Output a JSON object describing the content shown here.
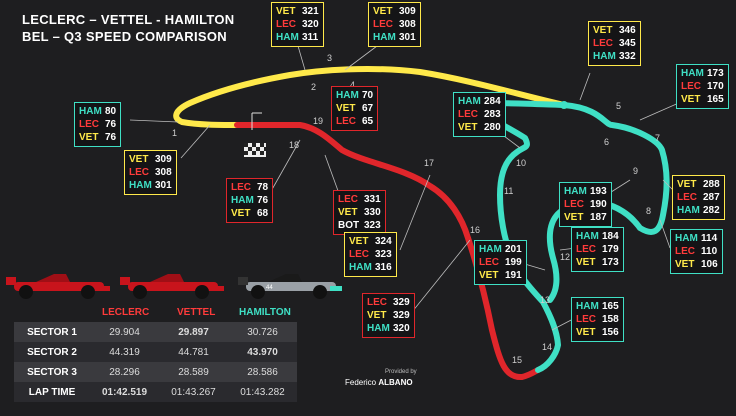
{
  "title": {
    "line1": "LECLERC – VETTEL - HAMILTON",
    "line2": "BEL – Q3 SPEED COMPARISON"
  },
  "colors": {
    "HAM": "#3fe0c5",
    "LEC": "#ff3b3b",
    "VET": "#ffe94a",
    "BOT": "#ffffff"
  },
  "speed_boxes": [
    {
      "id": "t1",
      "rows": [
        {
          "d": "HAM",
          "v": "80"
        },
        {
          "d": "LEC",
          "v": "76"
        },
        {
          "d": "VET",
          "v": "76"
        }
      ]
    },
    {
      "id": "t2",
      "rows": [
        {
          "d": "VET",
          "v": "321"
        },
        {
          "d": "LEC",
          "v": "320"
        },
        {
          "d": "HAM",
          "v": "311"
        }
      ]
    },
    {
      "id": "t3",
      "rows": [
        {
          "d": "VET",
          "v": "309"
        },
        {
          "d": "LEC",
          "v": "308"
        },
        {
          "d": "HAM",
          "v": "301"
        }
      ]
    },
    {
      "id": "t5",
      "rows": [
        {
          "d": "VET",
          "v": "346"
        },
        {
          "d": "LEC",
          "v": "345"
        },
        {
          "d": "HAM",
          "v": "332"
        }
      ]
    },
    {
      "id": "t7",
      "rows": [
        {
          "d": "HAM",
          "v": "173"
        },
        {
          "d": "LEC",
          "v": "170"
        },
        {
          "d": "VET",
          "v": "165"
        }
      ]
    },
    {
      "id": "t4",
      "rows": [
        {
          "d": "HAM",
          "v": "70"
        },
        {
          "d": "VET",
          "v": "67"
        },
        {
          "d": "LEC",
          "v": "65"
        }
      ]
    },
    {
      "id": "t6",
      "rows": [
        {
          "d": "HAM",
          "v": "284"
        },
        {
          "d": "LEC",
          "v": "283"
        },
        {
          "d": "VET",
          "v": "280"
        }
      ]
    },
    {
      "id": "start",
      "rows": [
        {
          "d": "VET",
          "v": "309"
        },
        {
          "d": "LEC",
          "v": "308"
        },
        {
          "d": "HAM",
          "v": "301"
        }
      ]
    },
    {
      "id": "t18",
      "rows": [
        {
          "d": "LEC",
          "v": "78"
        },
        {
          "d": "HAM",
          "v": "76"
        },
        {
          "d": "VET",
          "v": "68"
        }
      ]
    },
    {
      "id": "t9",
      "rows": [
        {
          "d": "HAM",
          "v": "193"
        },
        {
          "d": "LEC",
          "v": "190"
        },
        {
          "d": "VET",
          "v": "187"
        }
      ]
    },
    {
      "id": "t8b",
      "rows": [
        {
          "d": "VET",
          "v": "288"
        },
        {
          "d": "LEC",
          "v": "287"
        },
        {
          "d": "HAM",
          "v": "282"
        }
      ]
    },
    {
      "id": "t17",
      "rows": [
        {
          "d": "LEC",
          "v": "331"
        },
        {
          "d": "VET",
          "v": "330"
        },
        {
          "d": "BOT",
          "v": "323"
        }
      ]
    },
    {
      "id": "t12",
      "rows": [
        {
          "d": "HAM",
          "v": "184"
        },
        {
          "d": "LEC",
          "v": "179"
        },
        {
          "d": "VET",
          "v": "173"
        }
      ]
    },
    {
      "id": "t8",
      "rows": [
        {
          "d": "HAM",
          "v": "114"
        },
        {
          "d": "LEC",
          "v": "110"
        },
        {
          "d": "VET",
          "v": "106"
        }
      ]
    },
    {
      "id": "t16a",
      "rows": [
        {
          "d": "VET",
          "v": "324"
        },
        {
          "d": "LEC",
          "v": "323"
        },
        {
          "d": "HAM",
          "v": "316"
        }
      ]
    },
    {
      "id": "t11",
      "rows": [
        {
          "d": "HAM",
          "v": "201"
        },
        {
          "d": "LEC",
          "v": "199"
        },
        {
          "d": "VET",
          "v": "191"
        }
      ]
    },
    {
      "id": "t16",
      "rows": [
        {
          "d": "LEC",
          "v": "329"
        },
        {
          "d": "VET",
          "v": "329"
        },
        {
          "d": "HAM",
          "v": "320"
        }
      ]
    },
    {
      "id": "t14",
      "rows": [
        {
          "d": "HAM",
          "v": "165"
        },
        {
          "d": "LEC",
          "v": "158"
        },
        {
          "d": "VET",
          "v": "156"
        }
      ]
    }
  ],
  "turn_numbers": [
    "1",
    "2",
    "3",
    "4",
    "5",
    "6",
    "7",
    "8",
    "9",
    "10",
    "11",
    "12",
    "13",
    "14",
    "15",
    "16",
    "17",
    "18",
    "19"
  ],
  "table": {
    "headers": [
      "LECLERC",
      "VETTEL",
      "HAMILTON"
    ],
    "rows": [
      {
        "label": "SECTOR 1",
        "values": [
          "29.904",
          "29.897",
          "30.726"
        ],
        "best": 1
      },
      {
        "label": "SECTOR 2",
        "values": [
          "44.319",
          "44.781",
          "43.970"
        ],
        "best": 2
      },
      {
        "label": "SECTOR 3",
        "values": [
          "28.296",
          "28.589",
          "28.586"
        ],
        "best": 0
      },
      {
        "label": "LAP TIME",
        "values": [
          "01:42.519",
          "01:43.267",
          "01:43.282"
        ],
        "best": 0
      }
    ]
  },
  "car_number": "44",
  "credit": {
    "line1": "Provided by",
    "first": "Federico ",
    "last": "ALBANO"
  }
}
